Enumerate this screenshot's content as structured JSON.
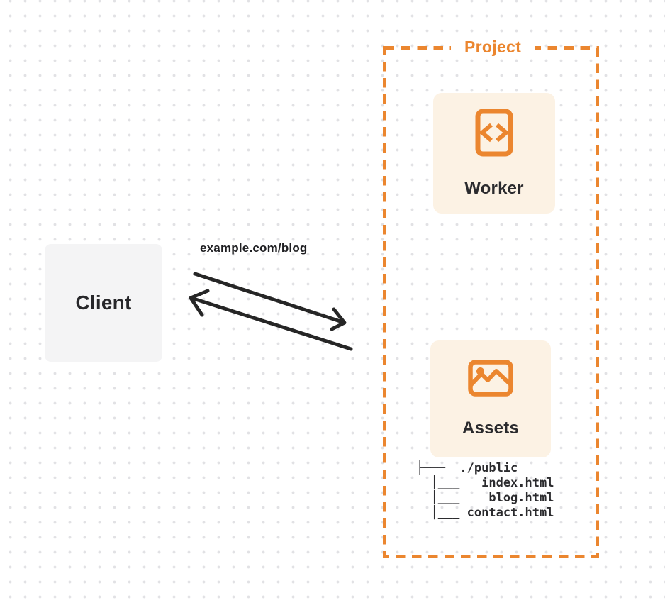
{
  "colors": {
    "accent_orange": "#eb862f",
    "card_background": "#fcf2e4",
    "client_background": "#f4f4f5",
    "text_dark": "#27272a",
    "arrow_black": "#262626",
    "grid_dot": "#e1e1e4"
  },
  "client": {
    "label": "Client"
  },
  "request": {
    "url": "example.com/blog"
  },
  "project": {
    "label": "Project",
    "worker": {
      "label": "Worker",
      "icon": "code-file-icon"
    },
    "assets": {
      "label": "Assets",
      "icon": "image-icon",
      "file_tree": [
        "├───  ./public",
        "  │___   index.html",
        "  │___    blog.html",
        "  │___ contact.html"
      ]
    }
  }
}
